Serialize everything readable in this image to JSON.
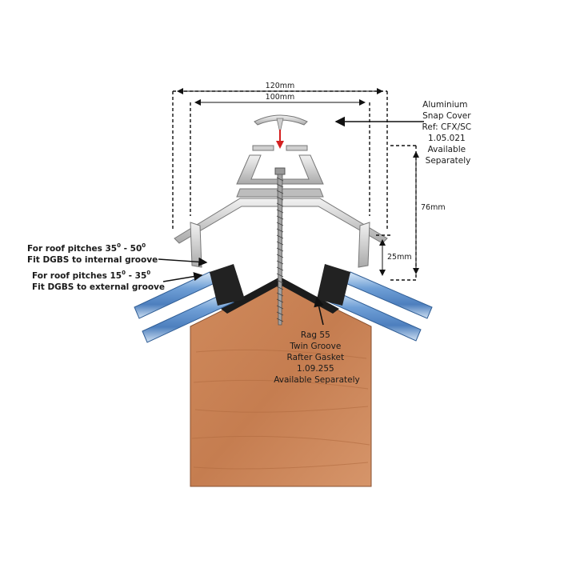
{
  "dimensions": {
    "outer_width": "120mm",
    "inner_width": "100mm",
    "height_total": "76mm",
    "height_lower": "25mm"
  },
  "snap_cover_note": [
    "Aluminium",
    "Snap Cover",
    "Ref: CFX/SC",
    "1.05.021",
    "Available",
    "Separately"
  ],
  "pitch_note_upper": {
    "prefix": "For roof pitches 35",
    "sup1": "0",
    "middle": " - 50",
    "sup2": "0",
    "line2": "Fit DGBS to internal groove"
  },
  "pitch_note_lower": {
    "prefix": "For roof pitches 15",
    "sup1": "0",
    "middle": " - 35",
    "sup2": "0",
    "line2": "Fit DGBS to external groove"
  },
  "gasket_note": [
    "Rag 55",
    "Twin Groove",
    "Rafter Gasket",
    "1.09.255",
    "Available Separately"
  ],
  "colors": {
    "timber": "#c9855a",
    "aluminium": "#d6d6d6",
    "glazing": "#7aa7d8",
    "gasket": "#1c1c1c",
    "arrow_red": "#d42020"
  }
}
